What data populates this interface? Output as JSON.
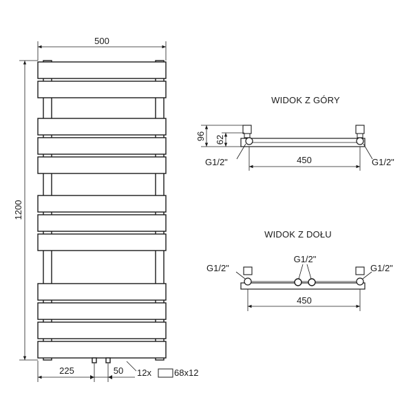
{
  "front": {
    "width": "500",
    "height": "1200",
    "connection_offset": "225",
    "connection_spacing": "50",
    "bar_spec_count": "12x",
    "bar_spec_size": "68x12"
  },
  "top_view": {
    "title": "WIDOK Z GÓRY",
    "depth_total": "96",
    "depth_axis": "62",
    "spacing": "450",
    "connector_left": "G1/2\"",
    "connector_right": "G1/2\""
  },
  "bottom_view": {
    "title": "WIDOK Z DOŁU",
    "spacing": "450",
    "connector_left": "G1/2\"",
    "connector_right": "G1/2\"",
    "connector_center": "G1/2\""
  }
}
